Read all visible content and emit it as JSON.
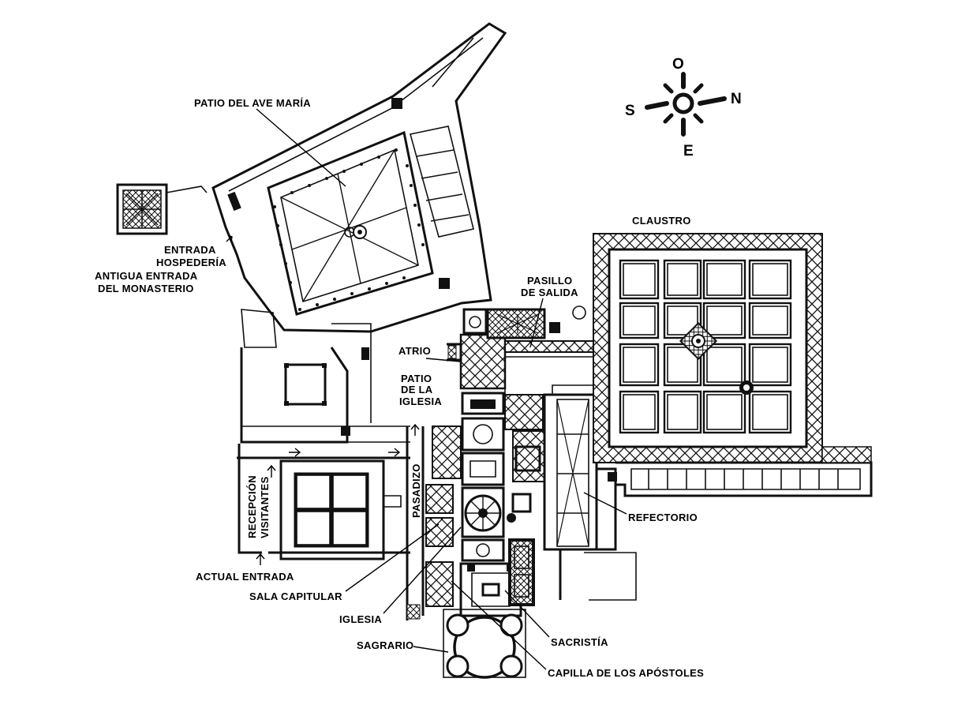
{
  "labels": {
    "patio_ave_maria": "PATIO DEL AVE MARÍA",
    "entrada_hospederia_1": "ENTRADA",
    "entrada_hospederia_2": "HOSPEDERÍA",
    "antigua_entrada_1": "ANTIGUA ENTRADA",
    "antigua_entrada_2": "DEL MONASTERIO",
    "claustro": "CLAUSTRO",
    "pasillo_1": "PASILLO",
    "pasillo_2": "DE SALIDA",
    "atrio": "ATRIO",
    "patio_iglesia_1": "PATIO",
    "patio_iglesia_2": "DE LA",
    "patio_iglesia_3": "IGLESIA",
    "pasadizo": "PASADIZO",
    "recepcion_1": "RECEPCIÓN",
    "recepcion_2": "VISITANTES",
    "refectorio": "REFECTORIO",
    "actual_entrada": "ACTUAL ENTRADA",
    "sala_capitular": "SALA CAPITULAR",
    "iglesia": "IGLESIA",
    "sacristia": "SACRISTÍA",
    "sagrario": "SAGRARIO",
    "capilla": "CAPILLA DE LOS APÓSTOLES"
  },
  "compass": {
    "north": "N",
    "south": "S",
    "east": "E",
    "west": "O"
  }
}
